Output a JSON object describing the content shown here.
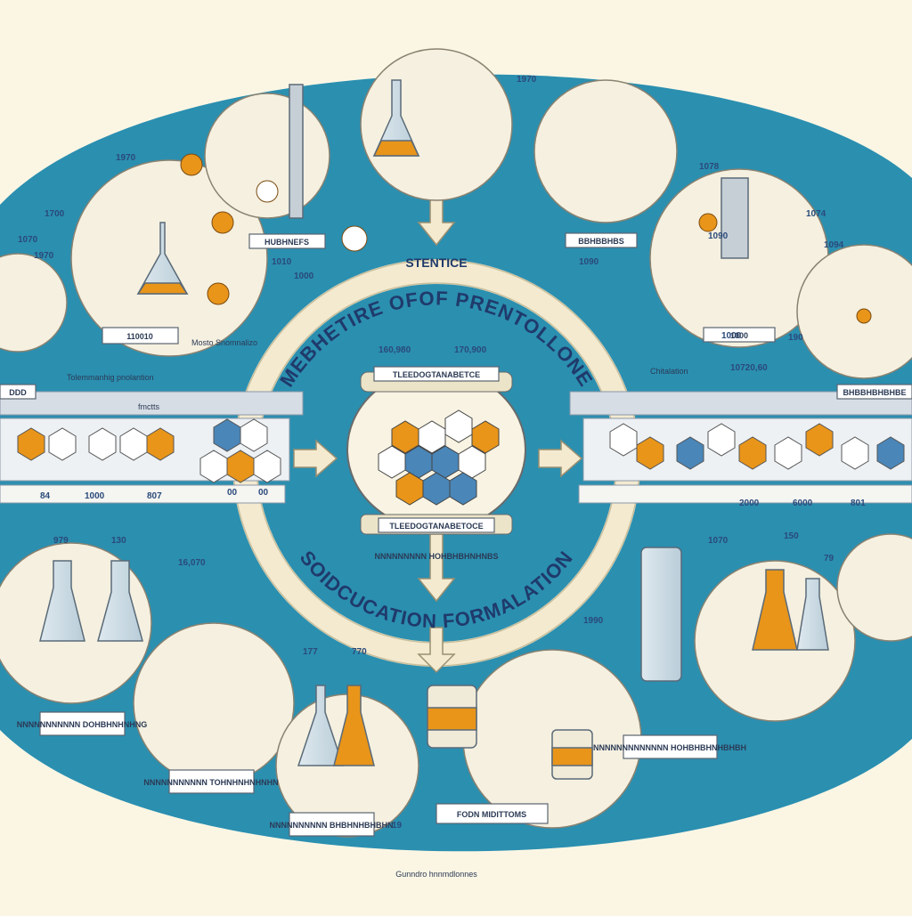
{
  "titles": {
    "top_small": "STENTICE",
    "top_ring": "MEBHETIRE OFOF PRENTOLLONE",
    "bottom_ring": "SOIDCUCATION FORMALATION",
    "bottom_label": "FODN MIDITTOMS",
    "center_plaque": "TLEEDOGTANABETOCE",
    "center_top_plaque": "TLEEDOGTANABETCE",
    "footer": "Gunndro hnnmdlonnes"
  },
  "side_labels": {
    "left": "Tolemmanhig pnolantion",
    "left_small": "fmctts",
    "left_pointer": "Mosto Snomnalizo",
    "right": "Chitalation"
  },
  "years": {
    "y1": "1970",
    "y2": "1970",
    "y3": "1070",
    "y4": "1700",
    "y5": "1970",
    "y6": "1010",
    "y7": "1000",
    "y8": "1078",
    "y9": "1090",
    "y10": "1074",
    "y11": "1094",
    "y12": "190",
    "y13": "10720,60",
    "y14": "160,980",
    "y15": "170,900",
    "y16": "1090",
    "y17": "1000",
    "y18": "979",
    "y19": "130",
    "y20": "16,070",
    "y21": "177",
    "y22": "770",
    "y23": "1990",
    "y24": "1070",
    "y25": "150",
    "y26": "79",
    "y27": "19"
  },
  "plaques": {
    "p1": "110010",
    "p2": "HUBHNEFS",
    "p3": "BBHBBHBS",
    "p4": "1000",
    "p5": "BHBBHBHBHBE",
    "p6": "DDD",
    "p7": "NNNNNNNNNNN DOHBHNHNHNG",
    "p8": "NNNNNNNNNNN TOHNHNHNHNHN",
    "p9": "NNNNNNNNNN BHBHNHBHBHN",
    "p10": "NNNNNNNNNNNNN HOHBHBHNHBHBH",
    "p11": "NNNNNNNNN HOHBHBHNHNBS"
  },
  "timeline": {
    "left_ticks": [
      "84",
      "1000",
      "807"
    ],
    "left_small": [
      "00",
      "00"
    ],
    "right_ticks": [
      "2000",
      "6000",
      "801"
    ]
  },
  "colors": {
    "blue_band": "#2b8fb0",
    "cream": "#fbf6e4",
    "navy": "#1f3a6b",
    "orange": "#e8951a",
    "hex_blue": "#4a86b8"
  }
}
